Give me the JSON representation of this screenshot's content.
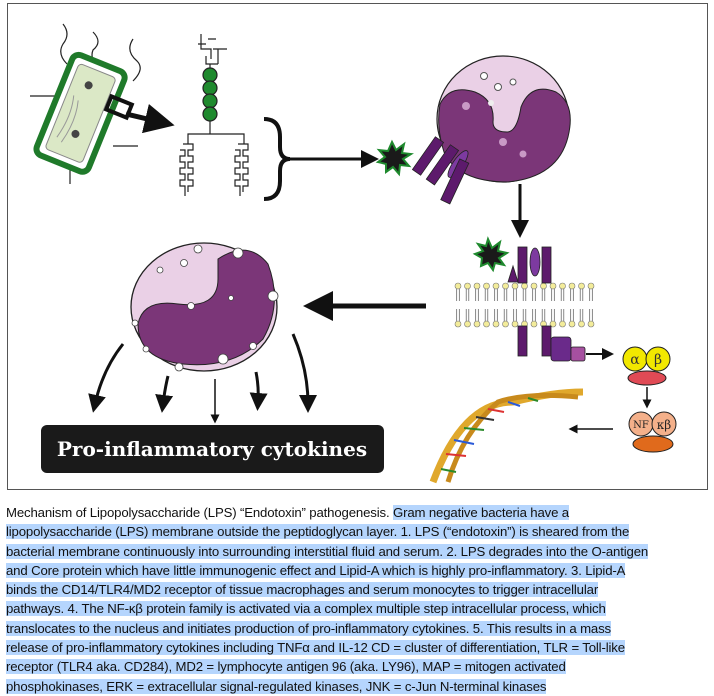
{
  "figure": {
    "label_box": "Pro-inflammatory cytokines",
    "alpha": "α",
    "beta": "β",
    "nf": "NF",
    "kb": "κβ",
    "colors": {
      "bacteria_green": "#1f7a2a",
      "cell_pink": "#ead0e6",
      "nucleus_purple": "#7b3678",
      "receptor_purple": "#5d1a6c",
      "alpha_beta_yellow": "#f2e800",
      "red_subunit": "#e04a55",
      "nfkb_peach": "#f4b08a",
      "orange_subunit": "#e06a1c",
      "label_bg": "#1a1a1a"
    }
  },
  "caption": {
    "line0_plain": "Mechanism of Lipopolysaccharide (LPS) “Endotoxin” pathogenesis. ",
    "line0_hl": "Gram negative bacteria have a",
    "lines": [
      "lipopolysaccharide (LPS) membrane outside the peptidoglycan layer. 1. LPS (“endotoxin”) is sheared from the",
      "bacterial membrane continuously into surrounding interstitial fluid and serum. 2. LPS degrades into the O-antigen",
      "and Core protein which have little immunogenic effect and Lipid-A which is highly pro-inflammatory. 3. Lipid-A",
      "binds the CD14/TLR4/MD2 receptor of tissue macrophages and serum monocytes to trigger intracellular",
      "pathways. 4. The NF-κβ protein family is activated via a complex multiple step intracellular process, which",
      "translocates to the nucleus and initiates production of pro-inflammatory cytokines. 5. This results in a mass",
      "release of pro-inflammatory cytokines including TNFα and IL-12 CD = cluster of differentiation, TLR = Toll-like",
      "receptor (TLR4 aka. CD284), MD2 = lymphocyte antigen 96 (aka. LY96), MAP = mitogen activated",
      "phosphokinases, ERK = extracellular signal-regulated kinases, JNK = c-Jun N-terminal kinases"
    ]
  }
}
